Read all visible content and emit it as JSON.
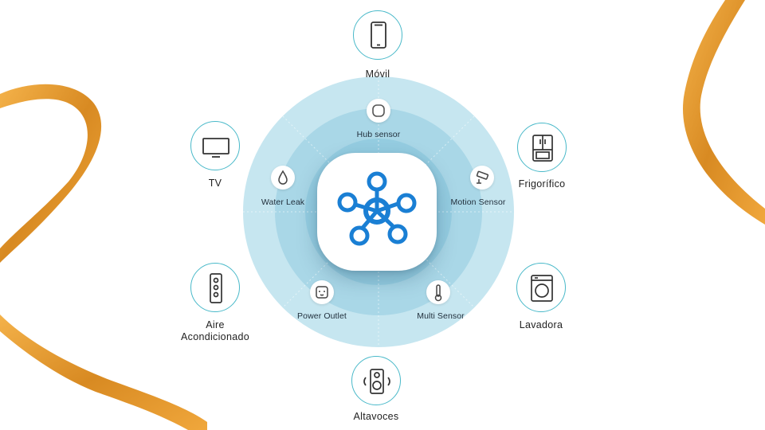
{
  "diagram": {
    "hub_nodes": [
      {
        "key": "hub-sensor",
        "label": "Hub sensor",
        "icon": "hub-sensor-icon"
      },
      {
        "key": "motion-sensor",
        "label": "Motion Sensor",
        "icon": "security-camera-icon"
      },
      {
        "key": "multi-sensor",
        "label": "Multi Sensor",
        "icon": "thermometer-icon"
      },
      {
        "key": "power-outlet",
        "label": "Power Outlet",
        "icon": "power-outlet-icon"
      },
      {
        "key": "water-leak",
        "label": "Water Leak",
        "icon": "water-drop-icon"
      }
    ],
    "devices": [
      {
        "key": "movil",
        "label": "Móvil",
        "icon": "smartphone-icon"
      },
      {
        "key": "frigorifico",
        "label": "Frigorífico",
        "icon": "refrigerator-icon"
      },
      {
        "key": "lavadora",
        "label": "Lavadora",
        "icon": "washing-machine-icon"
      },
      {
        "key": "altavoces",
        "label": "Altavoces",
        "icon": "speaker-icon"
      },
      {
        "key": "aire",
        "label": "Aire\nAcondicionado",
        "icon": "air-conditioner-icon"
      },
      {
        "key": "tv",
        "label": "TV",
        "icon": "tv-icon"
      }
    ],
    "center_icon": "smartthings-logo-icon",
    "colors": {
      "circle_outer": "#c6e6f0",
      "circle_mid": "#a9d7e7",
      "circle_inner": "#95cde1",
      "accent_teal": "#49b9c9",
      "logo_blue": "#1a7fd4",
      "ribbon_gold": "#e39a32"
    }
  }
}
